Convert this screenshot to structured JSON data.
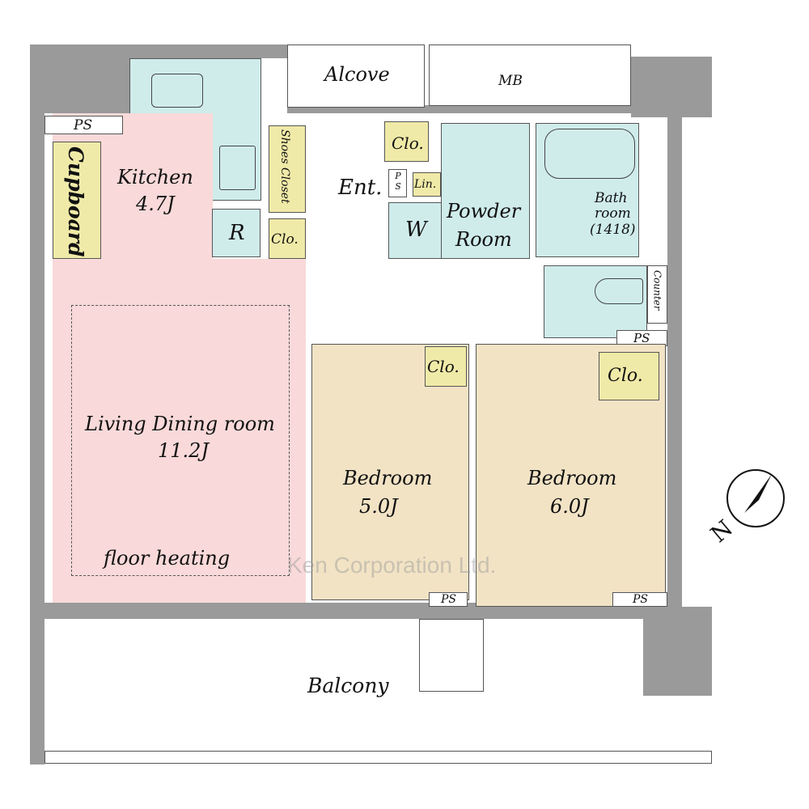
{
  "rooms": {
    "alcove": "Alcove",
    "mb": "MB",
    "ps": "PS",
    "ps_vertical": "P S",
    "cupboard": "Cupboard",
    "kitchen": "Kitchen",
    "kitchen_size": "4.7J",
    "refrigerator": "R",
    "closet": "Clo.",
    "shoes_closet": "Shoes Closet",
    "entrance": "Ent.",
    "linen": "Lin.",
    "washer": "W",
    "powder_room_1": "Powder",
    "powder_room_2": "Room",
    "bath_1": "Bath",
    "bath_2": "room",
    "bath_3": "(1418)",
    "counter": "Counter",
    "living": "Living Dining room",
    "living_size": "11.2J",
    "floor_heating": "floor heating",
    "bedroom": "Bedroom",
    "bedroom1_size": "5.0J",
    "bedroom2_size": "6.0J",
    "balcony": "Balcony"
  },
  "watermark": "Ken Corporation Ltd.",
  "compass": "N",
  "colors": {
    "living": "#f9d9d9",
    "wet": "#cfeceb",
    "storage": "#f0eaa8",
    "bedroom": "#f2e3c5",
    "wall": "#9a9a9a"
  }
}
